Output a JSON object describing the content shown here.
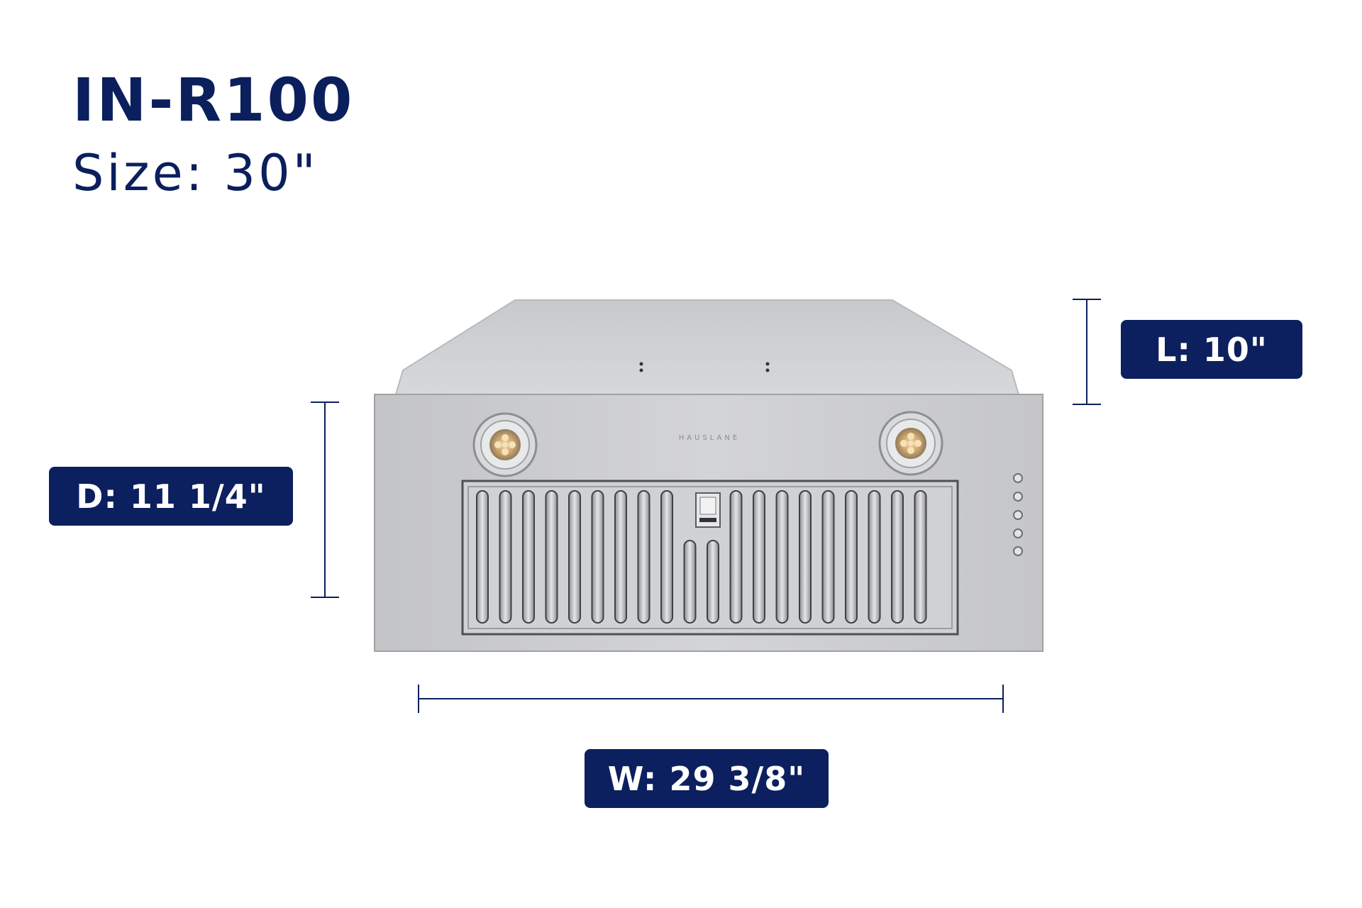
{
  "header": {
    "model": "IN-R100",
    "size": "Size: 30\""
  },
  "product": {
    "brand": "HAUSLANE",
    "control_buttons": 5,
    "lights": 2
  },
  "dimensions": {
    "length": "L: 10\"",
    "depth": "D: 11 1/4\"",
    "width": "W: 29 3/8\""
  },
  "colors": {
    "navy": "#0c1f5e",
    "steel": "#c9cacc"
  }
}
